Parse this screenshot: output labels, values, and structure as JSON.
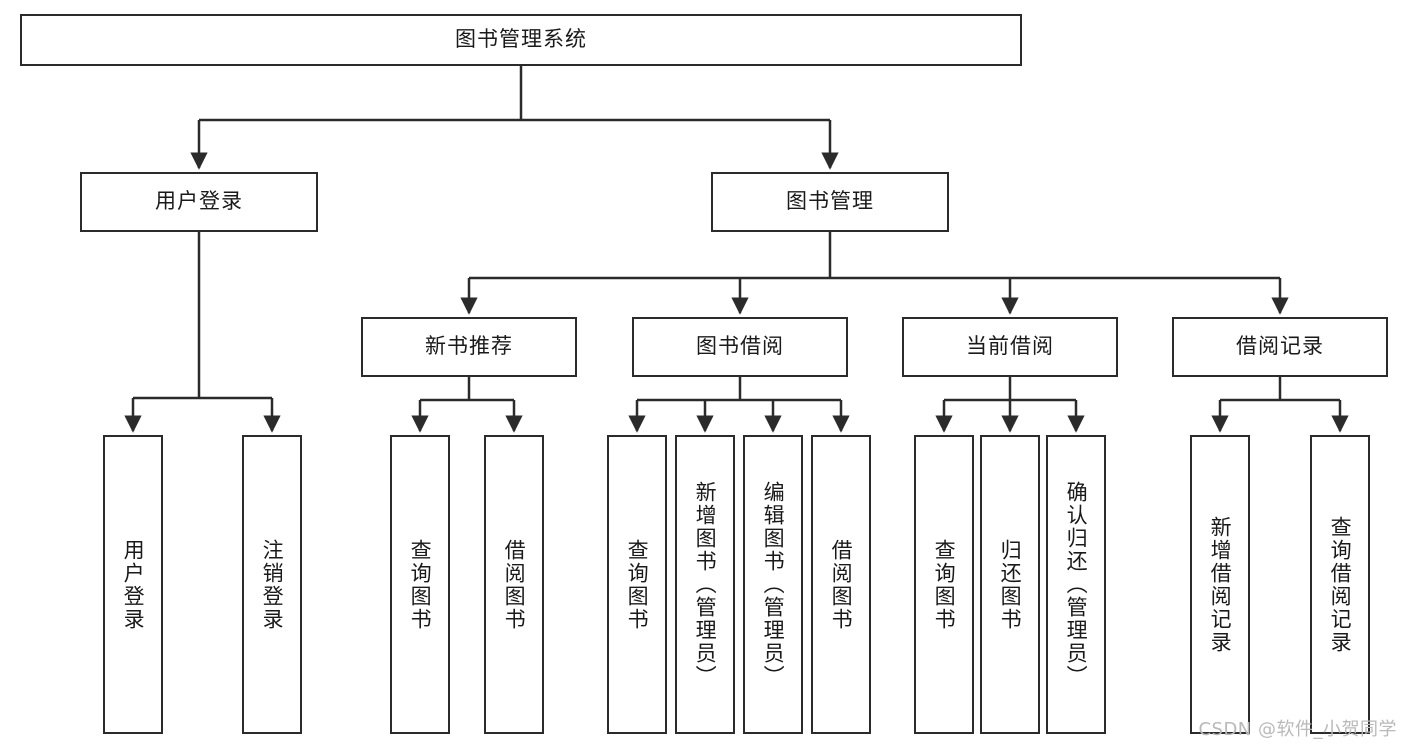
{
  "diagram": {
    "title": "图书管理系统",
    "type": "tree-hierarchy",
    "orientation": "top-down",
    "colors": {
      "node_border": "#2b2b2b",
      "node_fill": "#ffffff",
      "edge": "#2b2b2b",
      "text": "#1a1a1a",
      "background": "#ffffff",
      "watermark": "#b9b9b9"
    }
  },
  "watermark": {
    "text": "CSDN @软件_小贺同学"
  },
  "nodes": {
    "root": {
      "label": "图书管理系统"
    },
    "level1": [
      {
        "id": "user-login",
        "label": "用户登录"
      },
      {
        "id": "book-management",
        "label": "图书管理"
      }
    ],
    "level2": [
      {
        "id": "new-book-recommend",
        "label": "新书推荐"
      },
      {
        "id": "book-borrow",
        "label": "图书借阅"
      },
      {
        "id": "current-borrow",
        "label": "当前借阅"
      },
      {
        "id": "borrow-record",
        "label": "借阅记录"
      }
    ],
    "leaves": {
      "user_login": [
        {
          "id": "leaf-user-login",
          "label": "用户登录"
        },
        {
          "id": "leaf-logout-login",
          "label": "注销登录"
        }
      ],
      "new_book_recommend": [
        {
          "id": "leaf-query-book-1",
          "label": "查询图书"
        },
        {
          "id": "leaf-borrow-book-1",
          "label": "借阅图书"
        }
      ],
      "book_borrow": [
        {
          "id": "leaf-query-book-2",
          "label": "查询图书"
        },
        {
          "id": "leaf-add-book",
          "label": "新增图书（管理员）"
        },
        {
          "id": "leaf-edit-book",
          "label": "编辑图书（管理员）"
        },
        {
          "id": "leaf-borrow-book-2",
          "label": "借阅图书"
        }
      ],
      "current_borrow": [
        {
          "id": "leaf-query-book-3",
          "label": "查询图书"
        },
        {
          "id": "leaf-return-book",
          "label": "归还图书"
        },
        {
          "id": "leaf-confirm-return",
          "label": "确认归还（管理员）"
        }
      ],
      "borrow_record": [
        {
          "id": "leaf-add-borrow-record",
          "label": "新增借阅记录"
        },
        {
          "id": "leaf-query-borrow-record",
          "label": "查询借阅记录"
        }
      ]
    }
  }
}
